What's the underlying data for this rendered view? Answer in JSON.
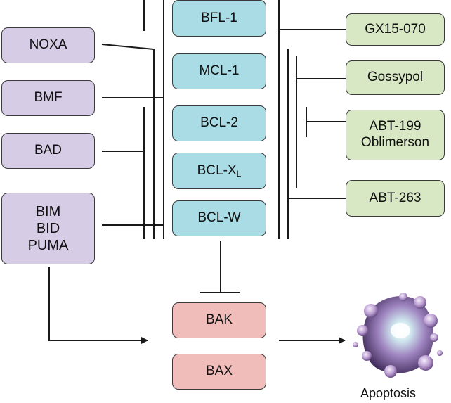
{
  "pro_apoptotic": {
    "noxa": "NOXA",
    "bmf": "BMF",
    "bad": "BAD",
    "bim_bid_puma": "BIM\nBID\nPUMA"
  },
  "anti_apoptotic": {
    "bfl1": "BFL-1",
    "mcl1": "MCL-1",
    "bcl2": "BCL-2",
    "bclxl_main": "BCL-X",
    "bclxl_sub": "L",
    "bclw": "BCL-W"
  },
  "inhibitors": {
    "gx15": "GX15-070",
    "gossypol": "Gossypol",
    "abt199": "ABT-199\nOblimerson",
    "abt263": "ABT-263"
  },
  "effectors": {
    "bak": "BAK",
    "bax": "BAX"
  },
  "outcome": {
    "apoptosis": "Apoptosis"
  },
  "colors": {
    "pro_apoptotic_fill": "#d7cce6",
    "anti_apoptotic_fill": "#aadce6",
    "inhibitor_fill": "#d8e7c4",
    "effector_fill": "#f0bdbb",
    "line": "#1a1a1a"
  },
  "icons": {
    "cell": "apoptotic-cell-icon"
  }
}
